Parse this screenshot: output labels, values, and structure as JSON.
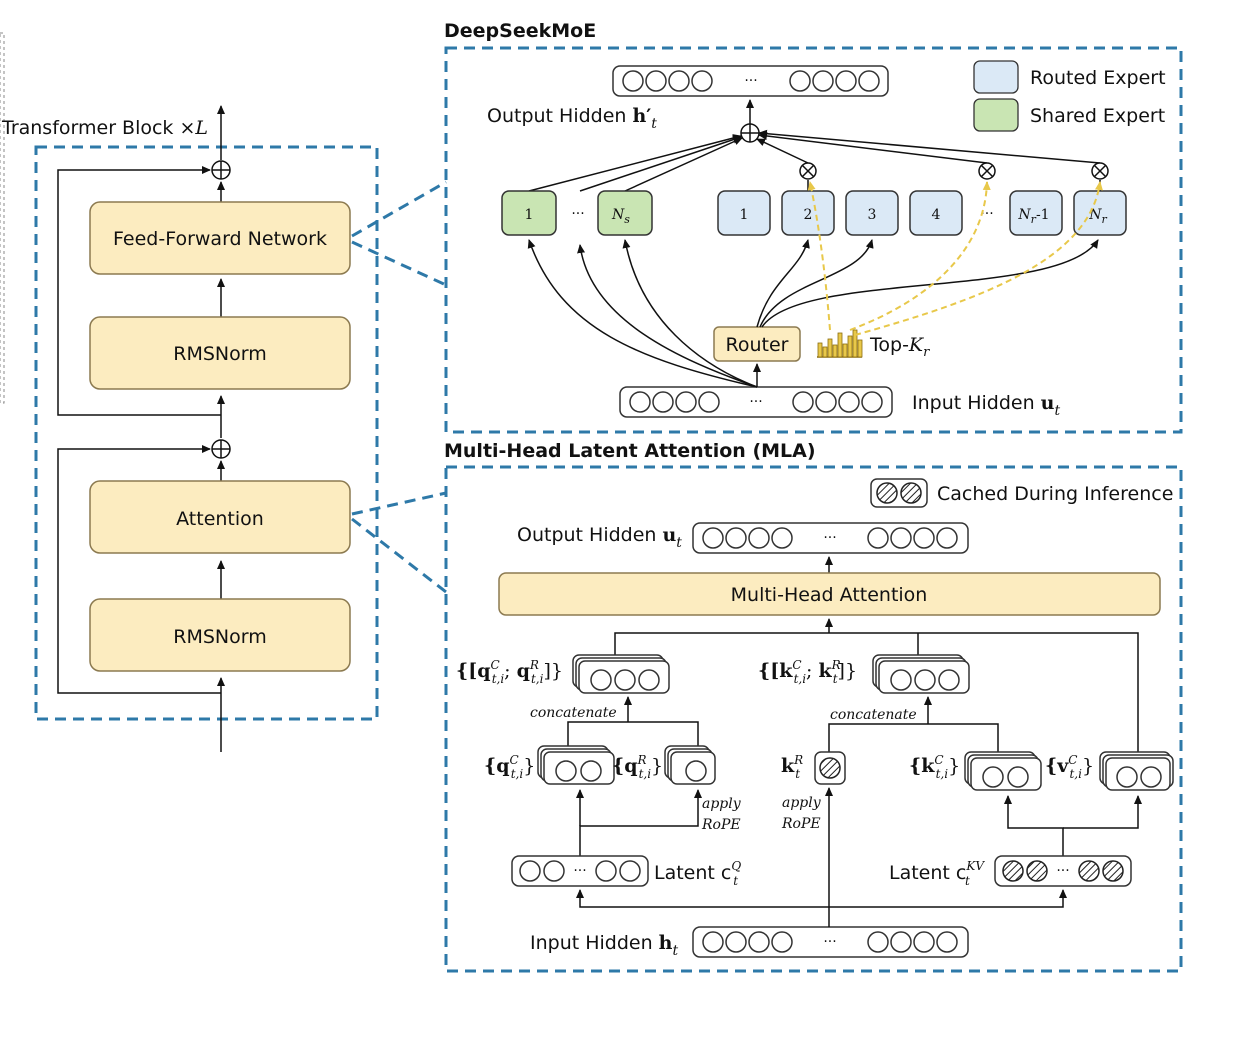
{
  "transformer_block": {
    "title": "Transformer Block ×",
    "title_var": "L",
    "ffn": "Feed-Forward Network",
    "rmsnorm_top": "RMSNorm",
    "attention": "Attention",
    "rmsnorm_bottom": "RMSNorm"
  },
  "moe": {
    "title": "DeepSeekMoE",
    "legend_routed": "Routed Expert",
    "legend_shared": "Shared Expert",
    "output_label": "Output Hidden",
    "output_sym": "h′",
    "output_sub": "t",
    "input_label": "Input Hidden",
    "input_sym": "u",
    "input_sub": "t",
    "router": "Router",
    "topk": "Top-",
    "topk_var": "K",
    "topk_sub": "r",
    "shared_experts": [
      {
        "label": "1",
        "sub": ""
      },
      {
        "label": "N",
        "sub": "s"
      }
    ],
    "routed_experts": [
      {
        "label": "1",
        "sub": ""
      },
      {
        "label": "2",
        "sub": ""
      },
      {
        "label": "3",
        "sub": ""
      },
      {
        "label": "4",
        "sub": ""
      },
      {
        "label": "N",
        "sub": "r",
        "suffix": "-1"
      },
      {
        "label": "N",
        "sub": "r",
        "suffix": ""
      }
    ],
    "ellipsis": "···"
  },
  "mla": {
    "title": "Multi-Head Latent Attention (MLA)",
    "cached_label": "Cached During Inference",
    "output_label": "Output Hidden",
    "output_sym": "u",
    "output_sub": "t",
    "mha": "Multi-Head Attention",
    "q_concat": "{[q",
    "k_concat": "{[k",
    "concatenate": "concatenate",
    "apply_rope": "apply",
    "rope": "RoPE",
    "qc": "{q",
    "qr": "{q",
    "kr": "k",
    "kc": "{k",
    "vc": "{v",
    "latent_q": "Latent c",
    "latent_q_sup": "Q",
    "latent_kv": "Latent c",
    "latent_kv_sup": "KV",
    "input_label": "Input Hidden",
    "input_sym": "h",
    "input_sub": "t",
    "ellipsis": "···"
  },
  "colors": {
    "dashed_border": "#2e79a8",
    "yellow_fill": "#fcecc0",
    "yellow_stroke": "#8c7a50",
    "routed_fill": "#dbe9f6",
    "shared_fill": "#c9e5b3",
    "gold": "#e8c84a"
  }
}
